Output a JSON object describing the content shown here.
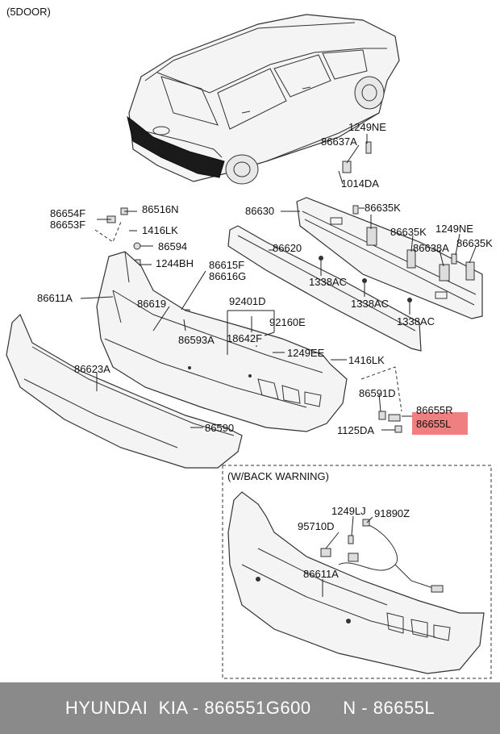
{
  "variant": "(5DOOR)",
  "inset_title": "(W/BACK WARNING)",
  "labels": {
    "l1249NE_top": "1249NE",
    "l86637A": "86637A",
    "l1014DA": "1014DA",
    "l86630": "86630",
    "l86635K_1": "86635K",
    "l86635K_2": "86635K",
    "l1249NE_2": "1249NE",
    "l86638A": "86638A",
    "l86635K_3": "86635K",
    "l86620": "86620",
    "l1338AC_1": "1338AC",
    "l1338AC_2": "1338AC",
    "l1338AC_3": "1338AC",
    "l86654F": "86654F",
    "l86653F": "86653F",
    "l86516N": "86516N",
    "l1416LK_1": "1416LK",
    "l86594": "86594",
    "l1244BH": "1244BH",
    "l86615F": "86615F",
    "l86616G": "86616G",
    "l86611A": "86611A",
    "l86619": "86619",
    "l92401D": "92401D",
    "l92160E": "92160E",
    "l18642F": "18642F",
    "l86593A": "86593A",
    "l1249EE": "1249EE",
    "l1416LK_2": "1416LK",
    "l86623A": "86623A",
    "l86591D": "86591D",
    "l86655R": "86655R",
    "l86655L": "86655L",
    "l86590": "86590",
    "l1125DA": "1125DA",
    "l1249LJ": "1249LJ",
    "l91890Z": "91890Z",
    "l95710D": "95710D",
    "l86611A_inset": "86611A"
  },
  "highlight_color": "#f08080",
  "footer": {
    "brand": "HYUNDAI  KIA",
    "part_number": "866551G600",
    "ref": "N - 86655L",
    "separator": " - "
  }
}
